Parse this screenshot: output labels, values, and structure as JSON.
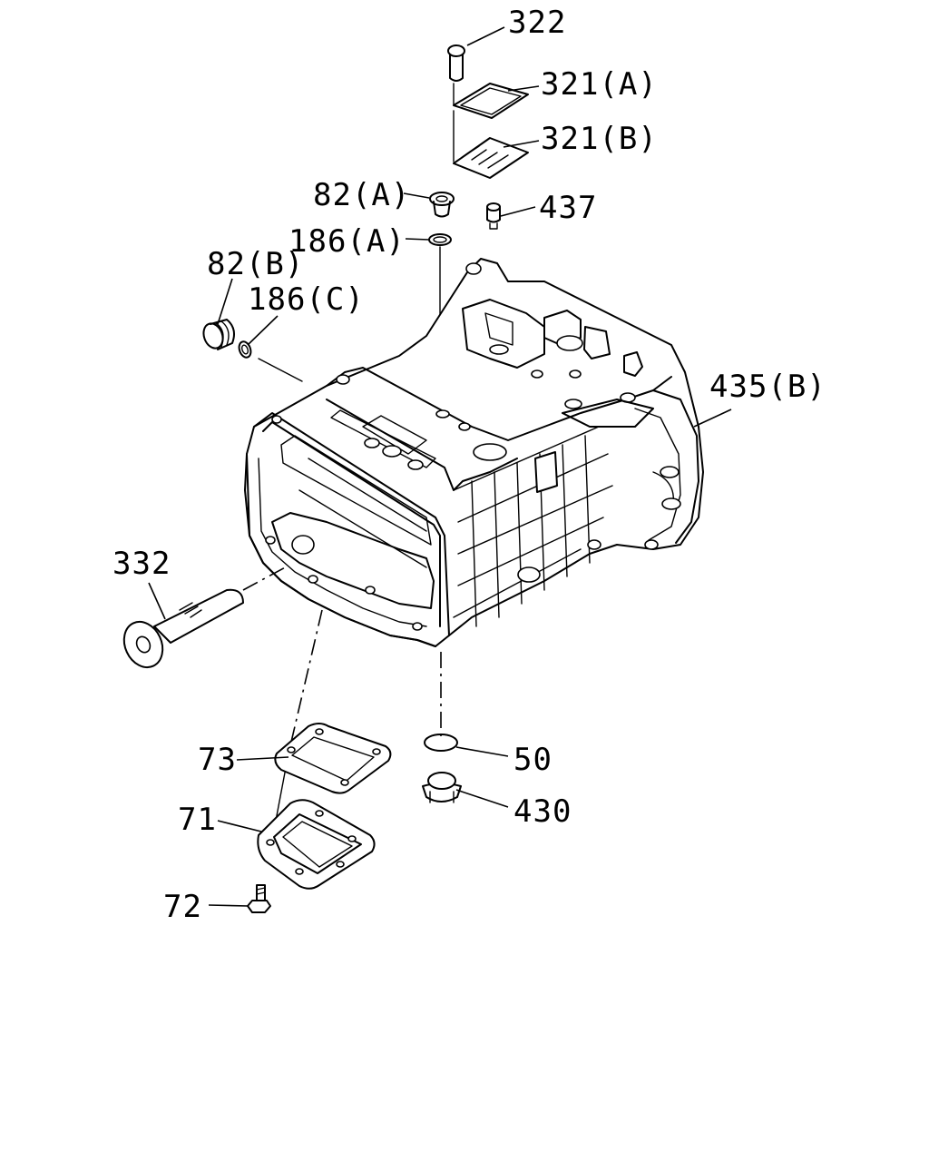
{
  "callouts": {
    "p322": "322",
    "p321a": "321(A)",
    "p321b": "321(B)",
    "p82a": "82(A)",
    "p437": "437",
    "p186a": "186(A)",
    "p82b": "82(B)",
    "p186c": "186(C)",
    "p435b": "435(B)",
    "p332": "332",
    "p73": "73",
    "p50": "50",
    "p71": "71",
    "p430": "430",
    "p72": "72"
  }
}
